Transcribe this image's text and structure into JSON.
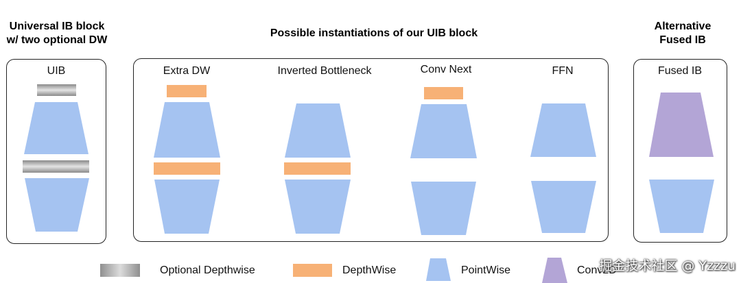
{
  "headers": {
    "uib_title": "Universal IB block\nw/ two optional DW",
    "main_title": "Possible instantiations of our UIB block",
    "alt_title": "Alternative\nFused IB"
  },
  "blocks": {
    "uib": "UIB",
    "extra_dw": "Extra DW",
    "inverted_bottleneck": "Inverted Bottleneck",
    "conv_next": "Conv Next",
    "ffn": "FFN",
    "fused_ib": "Fused IB"
  },
  "legend": {
    "optional_dw": "Optional Depthwise",
    "depthwise": "DepthWise",
    "pointwise": "PointWise",
    "conv2d": "Conv2D"
  },
  "colors": {
    "pointwise": "#a5c3f1",
    "depthwise": "#f7b176",
    "conv2d": "#b3a5d6",
    "optional_dw": "#9a9a9a"
  },
  "watermark": "掘金技术社区 @ Yzzzu"
}
